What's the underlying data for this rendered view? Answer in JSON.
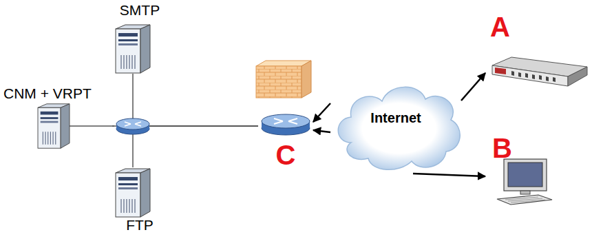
{
  "diagram": {
    "nodes": [
      {
        "text": [
          "SMTP"
        ]
      },
      {
        "text": [
          "A"
        ]
      },
      {
        "text": [
          "CNM + VRPT"
        ]
      },
      {
        "text": [
          "Internet"
        ]
      },
      {
        "text": [
          "C"
        ]
      },
      {
        "text": [
          "B"
        ]
      },
      {
        "text": [
          "FTP"
        ]
      }
    ],
    "edges": [
      {
        "from": 0,
        "to": 4,
        "arrow": "none"
      },
      {
        "from": 2,
        "to": 4,
        "arrow": "none"
      },
      {
        "from": 6,
        "to": 4,
        "arrow": "none"
      },
      {
        "from": 3,
        "to": 4,
        "arrow": "to"
      },
      {
        "from": 3,
        "to": 4,
        "arrow": "to"
      },
      {
        "from": 3,
        "to": 1,
        "arrow": "to"
      },
      {
        "from": 3,
        "to": 5,
        "arrow": "to"
      }
    ]
  }
}
